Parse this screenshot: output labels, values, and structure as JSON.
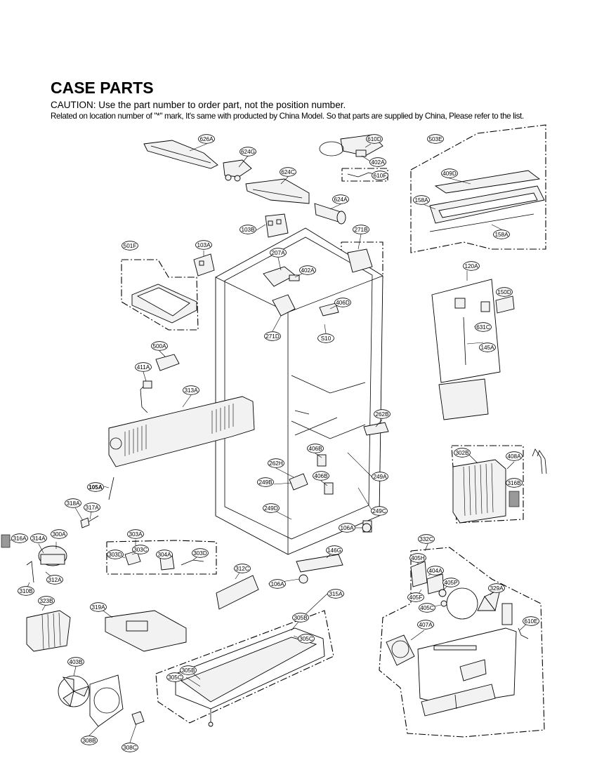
{
  "header": {
    "title": "CASE PARTS",
    "caution": "CAUTION: Use the part number to order part, not the position number.",
    "related": "Related on location number of \"*\" mark, It's same with producted by China Model. So that parts are supplied by China, Please refer to the list."
  },
  "labels": [
    {
      "id": "626A"
    },
    {
      "id": "624G"
    },
    {
      "id": "624C"
    },
    {
      "id": "624A"
    },
    {
      "id": "610D"
    },
    {
      "id": "402A"
    },
    {
      "id": "610F"
    },
    {
      "id": "503E"
    },
    {
      "id": "409D"
    },
    {
      "id": "158A"
    },
    {
      "id": "158A"
    },
    {
      "id": "103B"
    },
    {
      "id": "271B"
    },
    {
      "id": "501F"
    },
    {
      "id": "103A"
    },
    {
      "id": "207A"
    },
    {
      "id": "402A"
    },
    {
      "id": "406D"
    },
    {
      "id": "S10"
    },
    {
      "id": "271D"
    },
    {
      "id": "120A"
    },
    {
      "id": "150D"
    },
    {
      "id": "631C"
    },
    {
      "id": "145A"
    },
    {
      "id": "500A"
    },
    {
      "id": "411A"
    },
    {
      "id": "313A"
    },
    {
      "id": "262B"
    },
    {
      "id": "406B"
    },
    {
      "id": "262H"
    },
    {
      "id": "249A"
    },
    {
      "id": "406B"
    },
    {
      "id": "249B"
    },
    {
      "id": "302B"
    },
    {
      "id": "408A"
    },
    {
      "id": "316B"
    },
    {
      "id": "105A"
    },
    {
      "id": "318A"
    },
    {
      "id": "317A"
    },
    {
      "id": "249D"
    },
    {
      "id": "249C"
    },
    {
      "id": "106A"
    },
    {
      "id": "316A"
    },
    {
      "id": "314A"
    },
    {
      "id": "300A"
    },
    {
      "id": "303A"
    },
    {
      "id": "303D"
    },
    {
      "id": "303C"
    },
    {
      "id": "304A"
    },
    {
      "id": "303D"
    },
    {
      "id": "146G"
    },
    {
      "id": "332C"
    },
    {
      "id": "405H"
    },
    {
      "id": "404A"
    },
    {
      "id": "405P"
    },
    {
      "id": "329A"
    },
    {
      "id": "405F"
    },
    {
      "id": "405C"
    },
    {
      "id": "312A"
    },
    {
      "id": "310B"
    },
    {
      "id": "312C"
    },
    {
      "id": "106A"
    },
    {
      "id": "315A"
    },
    {
      "id": "323B"
    },
    {
      "id": "319A"
    },
    {
      "id": "305B"
    },
    {
      "id": "305C"
    },
    {
      "id": "407A"
    },
    {
      "id": "610E"
    },
    {
      "id": "305B"
    },
    {
      "id": "305C"
    },
    {
      "id": "403B"
    },
    {
      "id": "308B"
    },
    {
      "id": "308C"
    }
  ]
}
